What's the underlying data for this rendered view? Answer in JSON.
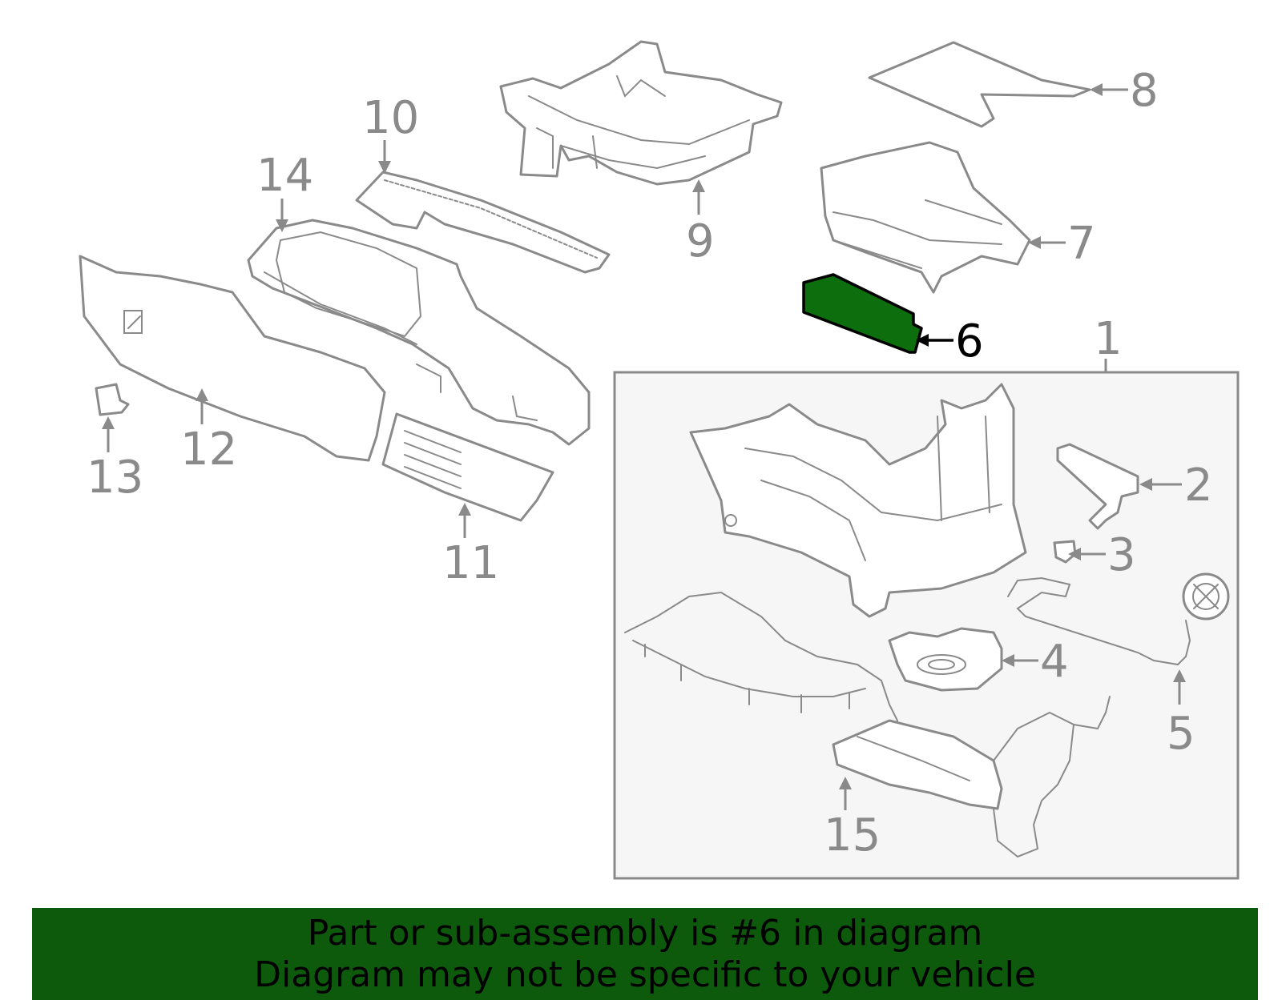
{
  "diagram": {
    "callouts": [
      {
        "id": "1",
        "label": "1"
      },
      {
        "id": "2",
        "label": "2"
      },
      {
        "id": "3",
        "label": "3"
      },
      {
        "id": "4",
        "label": "4"
      },
      {
        "id": "5",
        "label": "5"
      },
      {
        "id": "6",
        "label": "6"
      },
      {
        "id": "7",
        "label": "7"
      },
      {
        "id": "8",
        "label": "8"
      },
      {
        "id": "9",
        "label": "9"
      },
      {
        "id": "10",
        "label": "10"
      },
      {
        "id": "11",
        "label": "11"
      },
      {
        "id": "12",
        "label": "12"
      },
      {
        "id": "13",
        "label": "13"
      },
      {
        "id": "14",
        "label": "14"
      },
      {
        "id": "15",
        "label": "15"
      }
    ],
    "highlight_callout": "6",
    "highlight_color": "#0d6e0d",
    "line_color": "#8a8a8a"
  },
  "banner": {
    "line1": "Part or sub-assembly is #6 in diagram",
    "line2": "Diagram may not be specific to your vehicle",
    "background": "#0d5a0d"
  }
}
